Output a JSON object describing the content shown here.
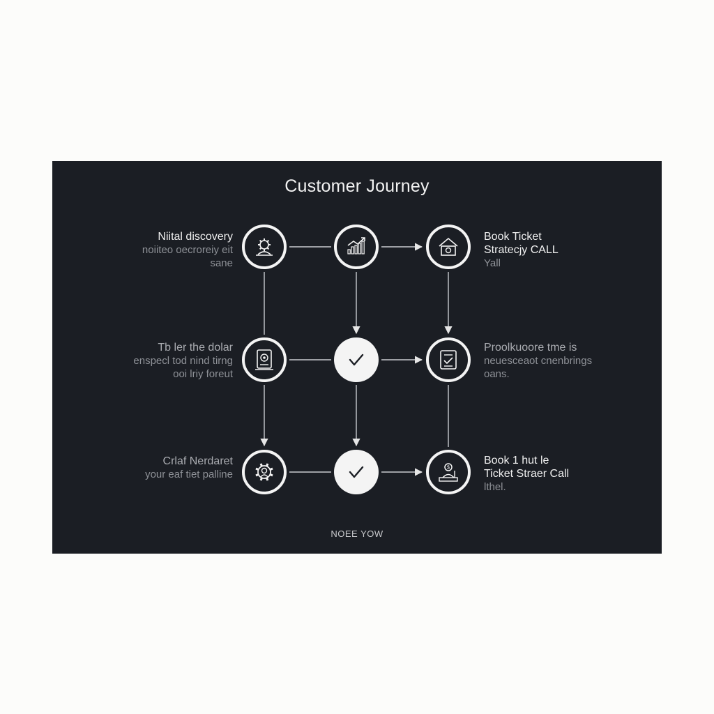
{
  "diagram": {
    "title": "Customer Journey",
    "footer": "NOEE YOW",
    "colors": {
      "background": "#1b1e24",
      "stroke": "#f4f4f4",
      "connector": "#c9cbd0",
      "text_primary": "#f0f0f0",
      "text_secondary": "#8e9197"
    },
    "nodes": [
      {
        "id": "n1",
        "icon": "gear-person-icon",
        "filled": false
      },
      {
        "id": "n2",
        "icon": "growth-chart-icon",
        "filled": false
      },
      {
        "id": "n3",
        "icon": "house-icon",
        "filled": false
      },
      {
        "id": "n4",
        "icon": "document-icon",
        "filled": false
      },
      {
        "id": "n5",
        "icon": "checkmark-icon",
        "filled": true
      },
      {
        "id": "n6",
        "icon": "checklist-icon",
        "filled": false
      },
      {
        "id": "n7",
        "icon": "gear-head-icon",
        "filled": false
      },
      {
        "id": "n8",
        "icon": "checkmark-icon",
        "filled": true
      },
      {
        "id": "n9",
        "icon": "person-at-desk-icon",
        "filled": false
      }
    ],
    "edges": [
      {
        "from": "n1",
        "to": "n2",
        "arrow": false
      },
      {
        "from": "n2",
        "to": "n3",
        "arrow": true
      },
      {
        "from": "n4",
        "to": "n5",
        "arrow": false
      },
      {
        "from": "n5",
        "to": "n6",
        "arrow": true
      },
      {
        "from": "n7",
        "to": "n8",
        "arrow": false
      },
      {
        "from": "n8",
        "to": "n9",
        "arrow": true
      },
      {
        "from": "n1",
        "to": "n4",
        "arrow": false
      },
      {
        "from": "n4",
        "to": "n7",
        "arrow": true
      },
      {
        "from": "n2",
        "to": "n5",
        "arrow": true
      },
      {
        "from": "n5",
        "to": "n8",
        "arrow": true
      },
      {
        "from": "n3",
        "to": "n6",
        "arrow": true
      },
      {
        "from": "n6",
        "to": "n9",
        "arrow": false
      }
    ],
    "labels": {
      "left_top": [
        "Niital discovery",
        "noiiteo  oecroreiy eit",
        "sane"
      ],
      "left_mid": [
        "Tb ler the dolar",
        "enspecl tod nind tirng",
        "ooi lriy foreut"
      ],
      "left_bottom": [
        "Crlaf Nerdaret",
        "your eaf tiet palline"
      ],
      "right_top": [
        "Book Ticket",
        "Stratecjy CALL",
        "Yall"
      ],
      "right_mid": [
        "Proolkuoore tme is",
        "neuesceaot cnenbrings",
        "oans."
      ],
      "right_bottom": [
        "Book 1 hut le",
        "Ticket Straer Call",
        "lthel."
      ]
    }
  }
}
